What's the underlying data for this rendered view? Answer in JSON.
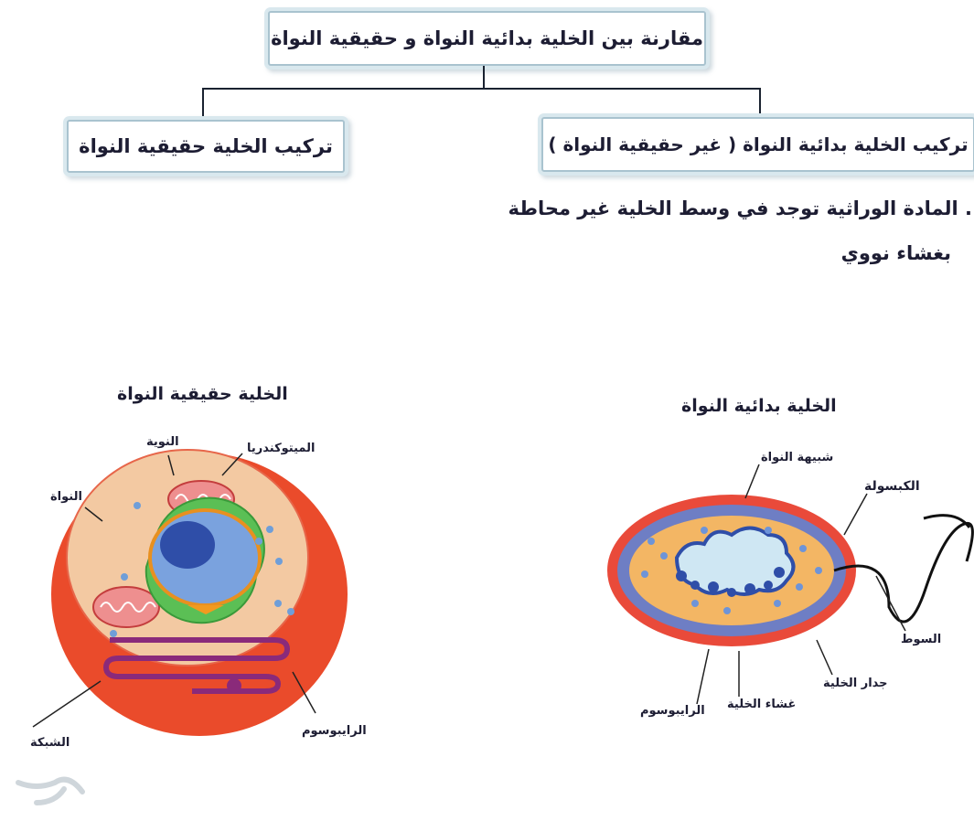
{
  "header": {
    "title": "مقارنة بين الخلية بدائية النواة و حقيقية النواة"
  },
  "branches": {
    "left_title": "تركيب الخلية حقيقية النواة",
    "right_title": "تركيب الخلية بدائية النواة ( غير حقيقية النواة )"
  },
  "description": {
    "bullet": ".",
    "line1": "المادة الوراثية توجد في وسط الخلية غير محاطة",
    "line2": "بغشاء نووي"
  },
  "eukaryote": {
    "title": "الخلية حقيقية النواة",
    "labels": {
      "nucleolus": "النوية",
      "mitochondria": "الميتوكندريا",
      "nucleus": "النواة",
      "reticulum": "الشبكة",
      "ribosome": "الرايبوسوم"
    }
  },
  "prokaryote": {
    "title": "الخلية بدائية النواة",
    "labels": {
      "nucleoid": "شبيهة النواة",
      "capsule": "الكبسولة",
      "flagellum": "السوط",
      "cell_wall": "جدار الخلية",
      "cell_membrane": "غشاء الخلية",
      "ribosome": "الرايبوسوم"
    }
  }
}
